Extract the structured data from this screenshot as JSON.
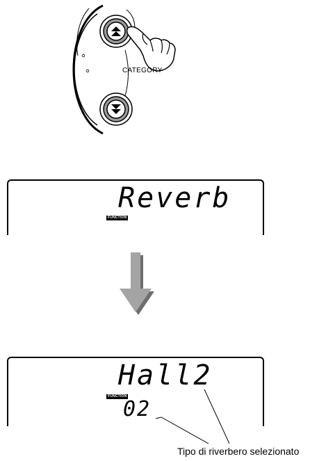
{
  "panel": {
    "category_label": "CATEGORY",
    "up_button_icon": "double-chevron-up-icon",
    "down_button_icon": "double-chevron-down-icon",
    "hand_icon": "pointing-hand-icon"
  },
  "display_before": {
    "main_text": "Reverb",
    "badge": "FUNCTION"
  },
  "transition": {
    "arrow_icon": "down-arrow-icon"
  },
  "display_after": {
    "main_text": "Hall2",
    "badge": "FUNCTION",
    "number": "02"
  },
  "callout": {
    "caption": "Tipo di riverbero selezionato"
  }
}
